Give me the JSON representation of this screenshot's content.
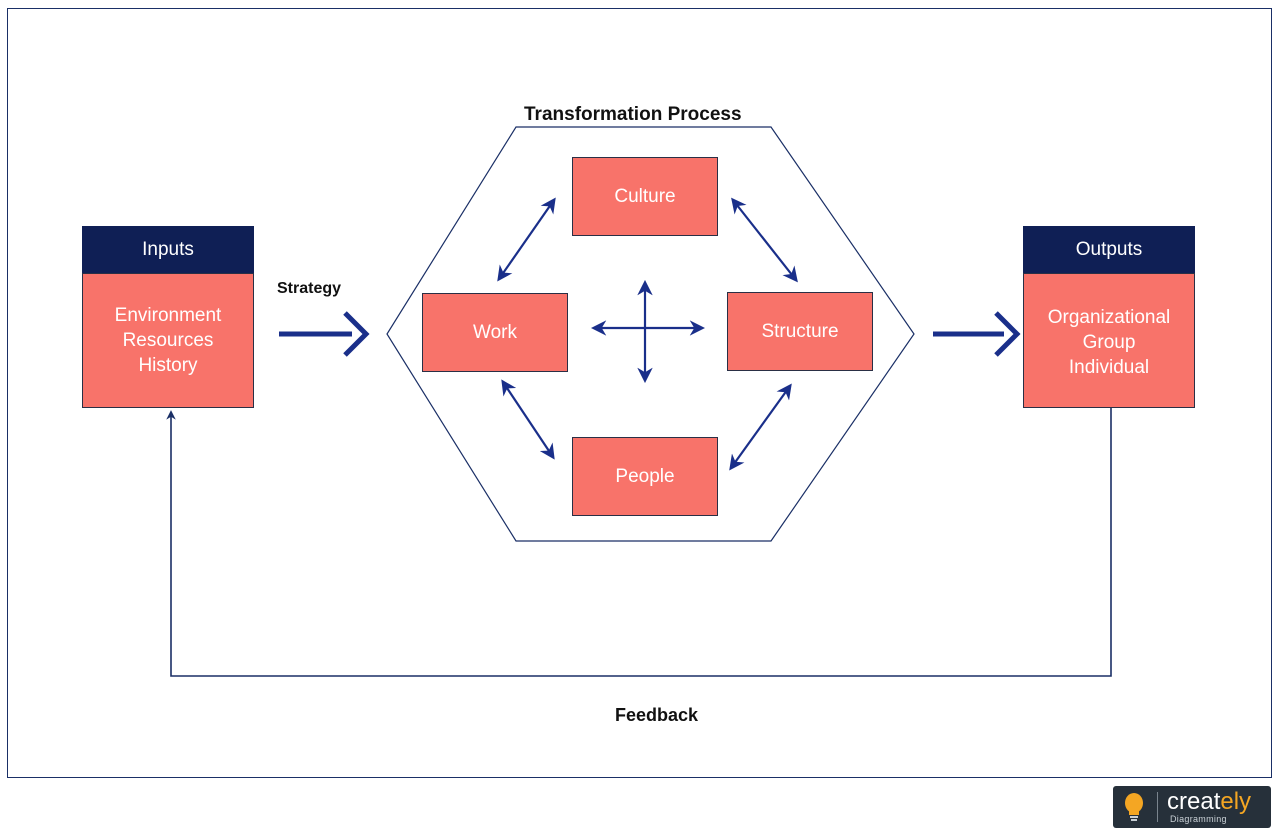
{
  "title": "Transformation Process",
  "strategy_label": "Strategy",
  "feedback_label": "Feedback",
  "inputs": {
    "header": "Inputs",
    "items": [
      "Environment",
      "Resources",
      "History"
    ]
  },
  "outputs": {
    "header": "Outputs",
    "items": [
      "Organizational",
      "Group",
      "Individual"
    ]
  },
  "process": {
    "culture": "Culture",
    "work": "Work",
    "structure": "Structure",
    "people": "People"
  },
  "logo": {
    "brand_main": "creat",
    "brand_accent": "ely",
    "tagline": "Diagramming",
    "icon": "lightbulb-icon"
  },
  "colors": {
    "box_fill": "#f8736a",
    "header_fill": "#0f1f55",
    "arrow": "#1a2f8a",
    "line": "#1a2f66"
  }
}
